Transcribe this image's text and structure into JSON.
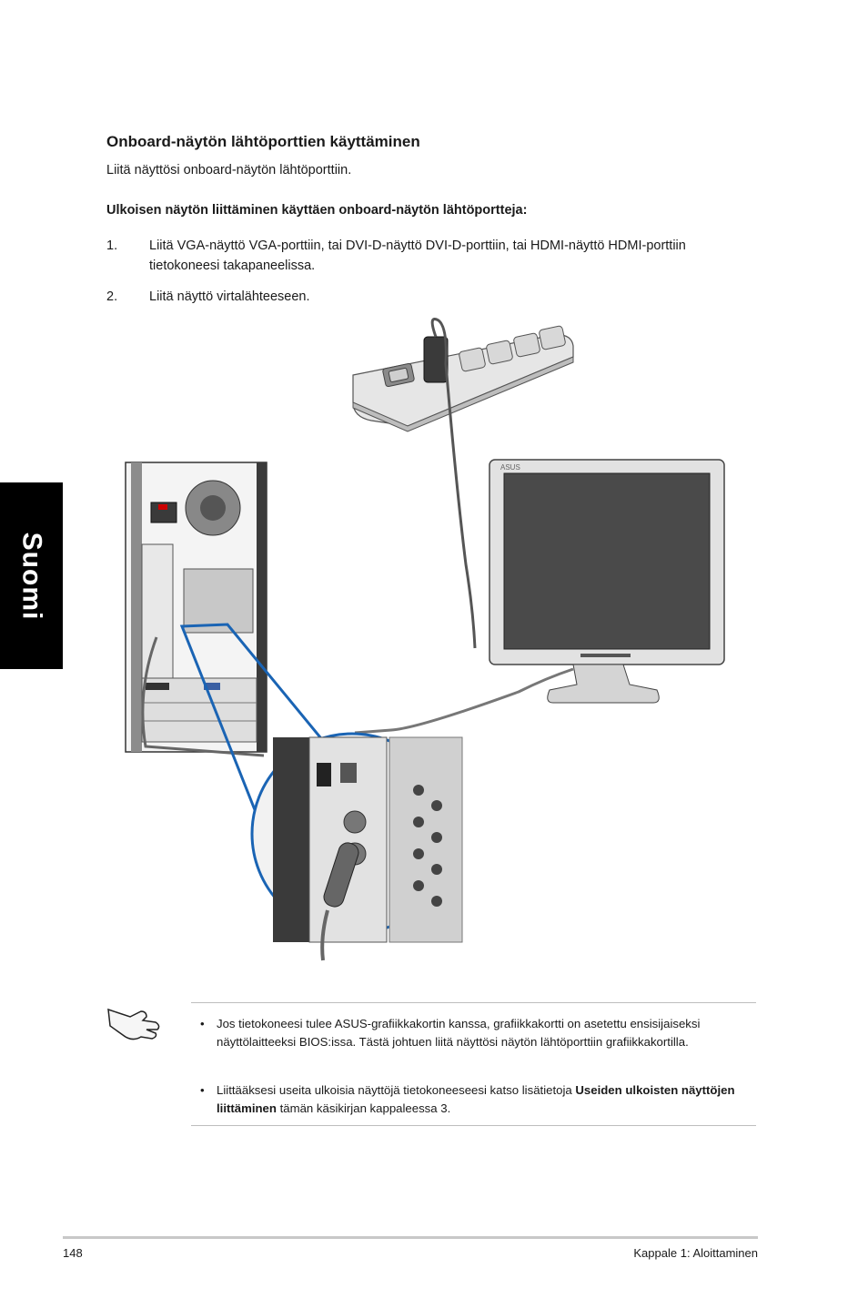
{
  "side_tab": {
    "label": "Suomi"
  },
  "section_title": "Onboard-näytön lähtöporttien käyttäminen",
  "intro": "Liitä näyttösi onboard-näytön lähtöporttiin.",
  "subheading": "Ulkoisen näytön liittäminen käyttäen onboard-näytön lähtöportteja:",
  "steps": [
    {
      "num": "1.",
      "text": "Liitä VGA-näyttö VGA-porttiin, tai DVI-D-näyttö DVI-D-porttiin, tai HDMI-näyttö HDMI-porttiin tietokoneesi takapaneelissa."
    },
    {
      "num": "2.",
      "text": "Liitä näyttö virtalähteeseen."
    }
  ],
  "figure": {
    "monitor_brand": "ASUS"
  },
  "notes": [
    {
      "bullet": "•",
      "text": "Jos tietokoneesi tulee ASUS-grafiikkakortin kanssa, grafiikkakortti on asetettu ensisijaiseksi näyttölaitteeksi BIOS:issa. Tästä johtuen liitä näyttösi näytön lähtöporttiin grafiikkakortilla."
    },
    {
      "bullet": "•",
      "text_before": "Liittääksesi useita ulkoisia näyttöjä tietokoneeseesi katso lisätietoja ",
      "text_bold": "Useiden ulkoisten näyttöjen liittäminen",
      "text_after": " tämän käsikirjan kappaleessa 3."
    }
  ],
  "footer": {
    "page": "148",
    "chapter": "Kappale 1: Aloittaminen"
  },
  "icons": {
    "note": "pointing-hand-icon"
  }
}
